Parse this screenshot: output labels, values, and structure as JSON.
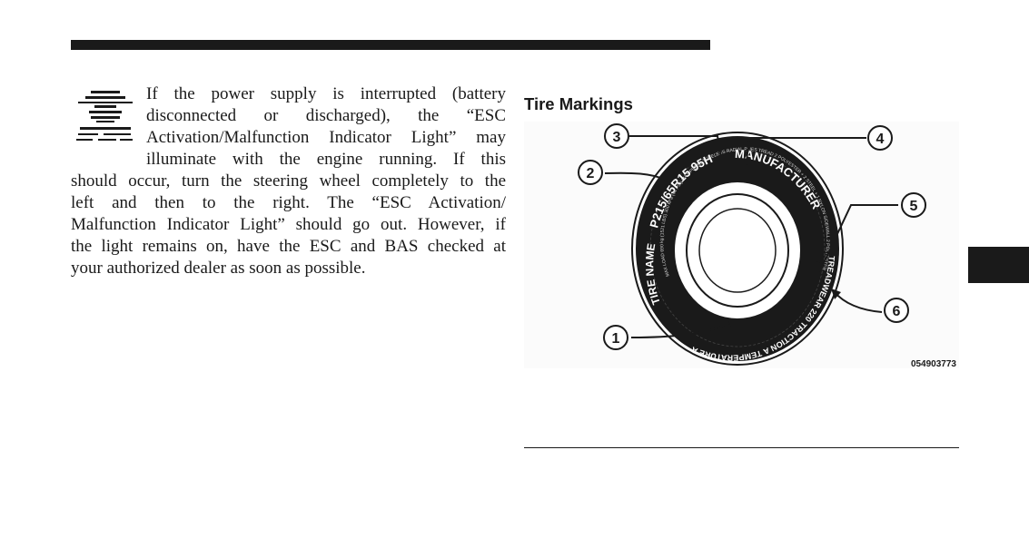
{
  "body_text": {
    "lines": [
      "If the power supply is interrupted (battery",
      "disconnected or discharged), the “ESC",
      "Activation/Malfunction Indicator Light” may",
      "illuminate with the engine running. If this",
      "should occur, turn the steering wheel completely to the",
      "left and then to the right. The “ESC Activation/",
      "Malfunction Indicator Light” should go out. However, if",
      "the light remains on, have the ESC and BAS checked at",
      "your authorized dealer as soon as possible."
    ]
  },
  "section": {
    "title": "Tire Markings"
  },
  "figure": {
    "callouts": [
      "1",
      "2",
      "3",
      "4",
      "5",
      "6"
    ],
    "tire_text": {
      "size": "P215/65R15 95H",
      "name": "TIRE NAME",
      "maker": "MANUFACTURER",
      "treadwear": "TREADWEAR 220 TRACTION A TEMPERATURE A"
    },
    "fine_print": "MAX LOAD 690 kg (1521 LBS) 300 kPa (44 PSI) MAX PRESS TUBELESS RADIAL PLIES TREAD 2 POLYESTER + 2 STEEL + 1 NYLON SIDEWALL 2 POLYESTER",
    "figure_id": "054903773"
  },
  "colors": {
    "ink": "#1a1a1a",
    "page": "#ffffff"
  }
}
